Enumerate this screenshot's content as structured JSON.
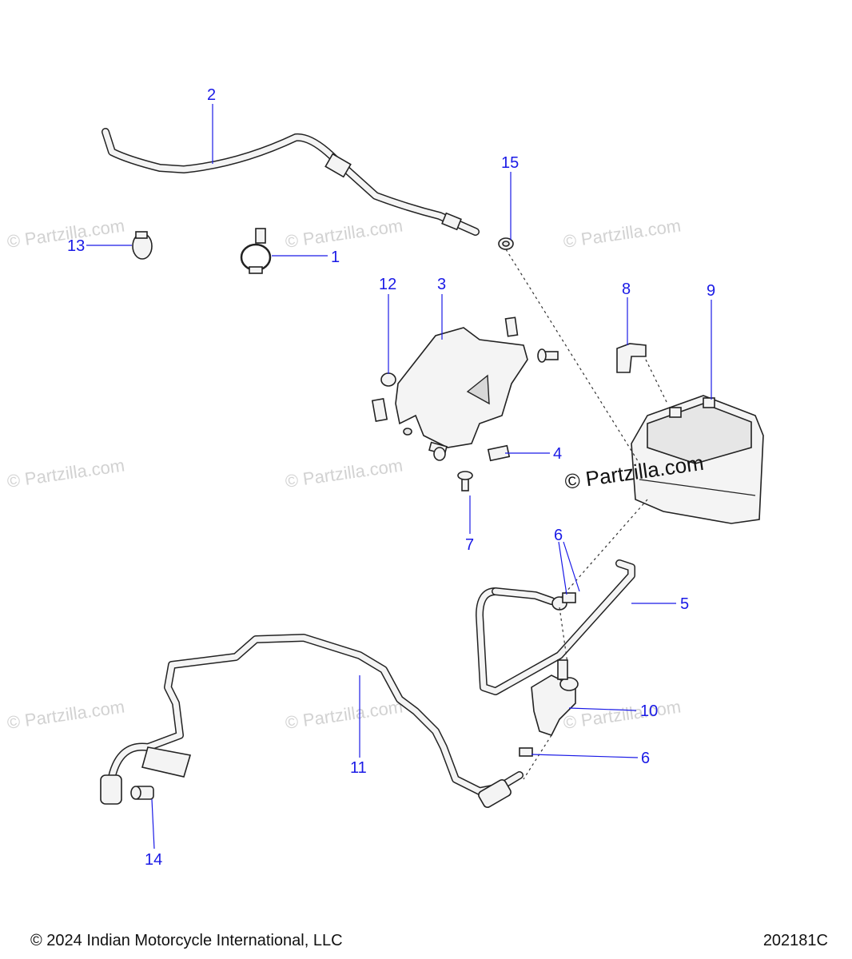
{
  "watermark": {
    "text": "© Partzilla.com",
    "main_text": "© Partzilla.com"
  },
  "callouts": [
    "1",
    "2",
    "3",
    "4",
    "5",
    "6",
    "6",
    "7",
    "8",
    "9",
    "10",
    "11",
    "12",
    "13",
    "14",
    "15"
  ],
  "footer": {
    "copyright": "© 2024 Indian Motorcycle International, LLC",
    "code": "202181C"
  },
  "colors": {
    "callout": "#1a1ae6",
    "line": "#222222",
    "watermark": "#d2d2d2"
  }
}
